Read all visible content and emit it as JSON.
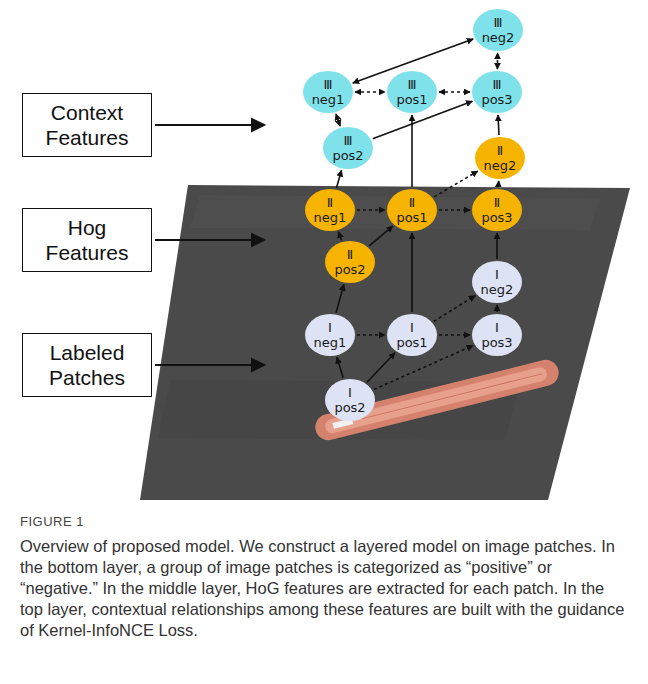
{
  "diagram": {
    "caption": "Overview of proposed model. We construct a layered model on image patches. In the bottom layer, a group of image patches is categorized as “positive” or “negative.” In the middle layer, HoG features are extracted for each patch. In the top layer, contextual relationships among these features are built with the guidance of Kernel-InfoNCE Loss.",
    "nodes": [
      {
        "text": [
          "Context Features"
        ]
      },
      {
        "text": [
          "Hog Features"
        ]
      },
      {
        "text": [
          "Labeled Patches"
        ]
      },
      {
        "text": [
          "Ⅲ neg2"
        ]
      },
      {
        "text": [
          "Ⅲ neg1"
        ]
      },
      {
        "text": [
          "Ⅲ pos1"
        ]
      },
      {
        "text": [
          "Ⅲ pos3"
        ]
      },
      {
        "text": [
          "Ⅲ pos2"
        ]
      },
      {
        "text": [
          "Ⅱ neg2"
        ]
      },
      {
        "text": [
          "Ⅱ neg1"
        ]
      },
      {
        "text": [
          "Ⅱ pos1"
        ]
      },
      {
        "text": [
          "Ⅱ pos3"
        ]
      },
      {
        "text": [
          "Ⅱ pos2"
        ]
      },
      {
        "text": [
          "Ⅰ neg2"
        ]
      },
      {
        "text": [
          "Ⅰ neg1"
        ]
      },
      {
        "text": [
          "Ⅰ pos1"
        ]
      },
      {
        "text": [
          "Ⅰ pos3"
        ]
      },
      {
        "text": [
          "Ⅰ pos2"
        ]
      }
    ],
    "edges": [
      {
        "from": 7,
        "to": 4,
        "arrow": "both"
      },
      {
        "from": 4,
        "to": 5,
        "arrow": "both"
      },
      {
        "from": 5,
        "to": 6,
        "arrow": "both"
      },
      {
        "from": 6,
        "to": 3,
        "arrow": "both"
      },
      {
        "from": 4,
        "to": 3,
        "arrow": "both"
      },
      {
        "from": 7,
        "to": 6,
        "arrow": "to"
      },
      {
        "from": 12,
        "to": 9,
        "arrow": "to"
      },
      {
        "from": 12,
        "to": 10,
        "arrow": "to"
      },
      {
        "from": 9,
        "to": 10,
        "arrow": "to"
      },
      {
        "from": 10,
        "to": 11,
        "arrow": "to"
      },
      {
        "from": 10,
        "to": 8,
        "arrow": "to"
      },
      {
        "from": 11,
        "to": 8,
        "arrow": "to"
      },
      {
        "from": 17,
        "to": 14,
        "arrow": "to"
      },
      {
        "from": 17,
        "to": 15,
        "arrow": "to"
      },
      {
        "from": 17,
        "to": 16,
        "arrow": "to"
      },
      {
        "from": 14,
        "to": 15,
        "arrow": "to"
      },
      {
        "from": 15,
        "to": 16,
        "arrow": "to"
      },
      {
        "from": 15,
        "to": 13,
        "arrow": "to"
      },
      {
        "from": 16,
        "to": 13,
        "arrow": "to"
      },
      {
        "from": 14,
        "to": 12,
        "arrow": "to"
      },
      {
        "from": 15,
        "to": 10,
        "arrow": "to"
      },
      {
        "from": 13,
        "to": 11,
        "arrow": "to"
      },
      {
        "from": 9,
        "to": 7,
        "arrow": "to"
      },
      {
        "from": 10,
        "to": 5,
        "arrow": "to"
      },
      {
        "from": 8,
        "to": 6,
        "arrow": "to"
      }
    ],
    "labels": [
      "FIGURE 1"
    ]
  }
}
